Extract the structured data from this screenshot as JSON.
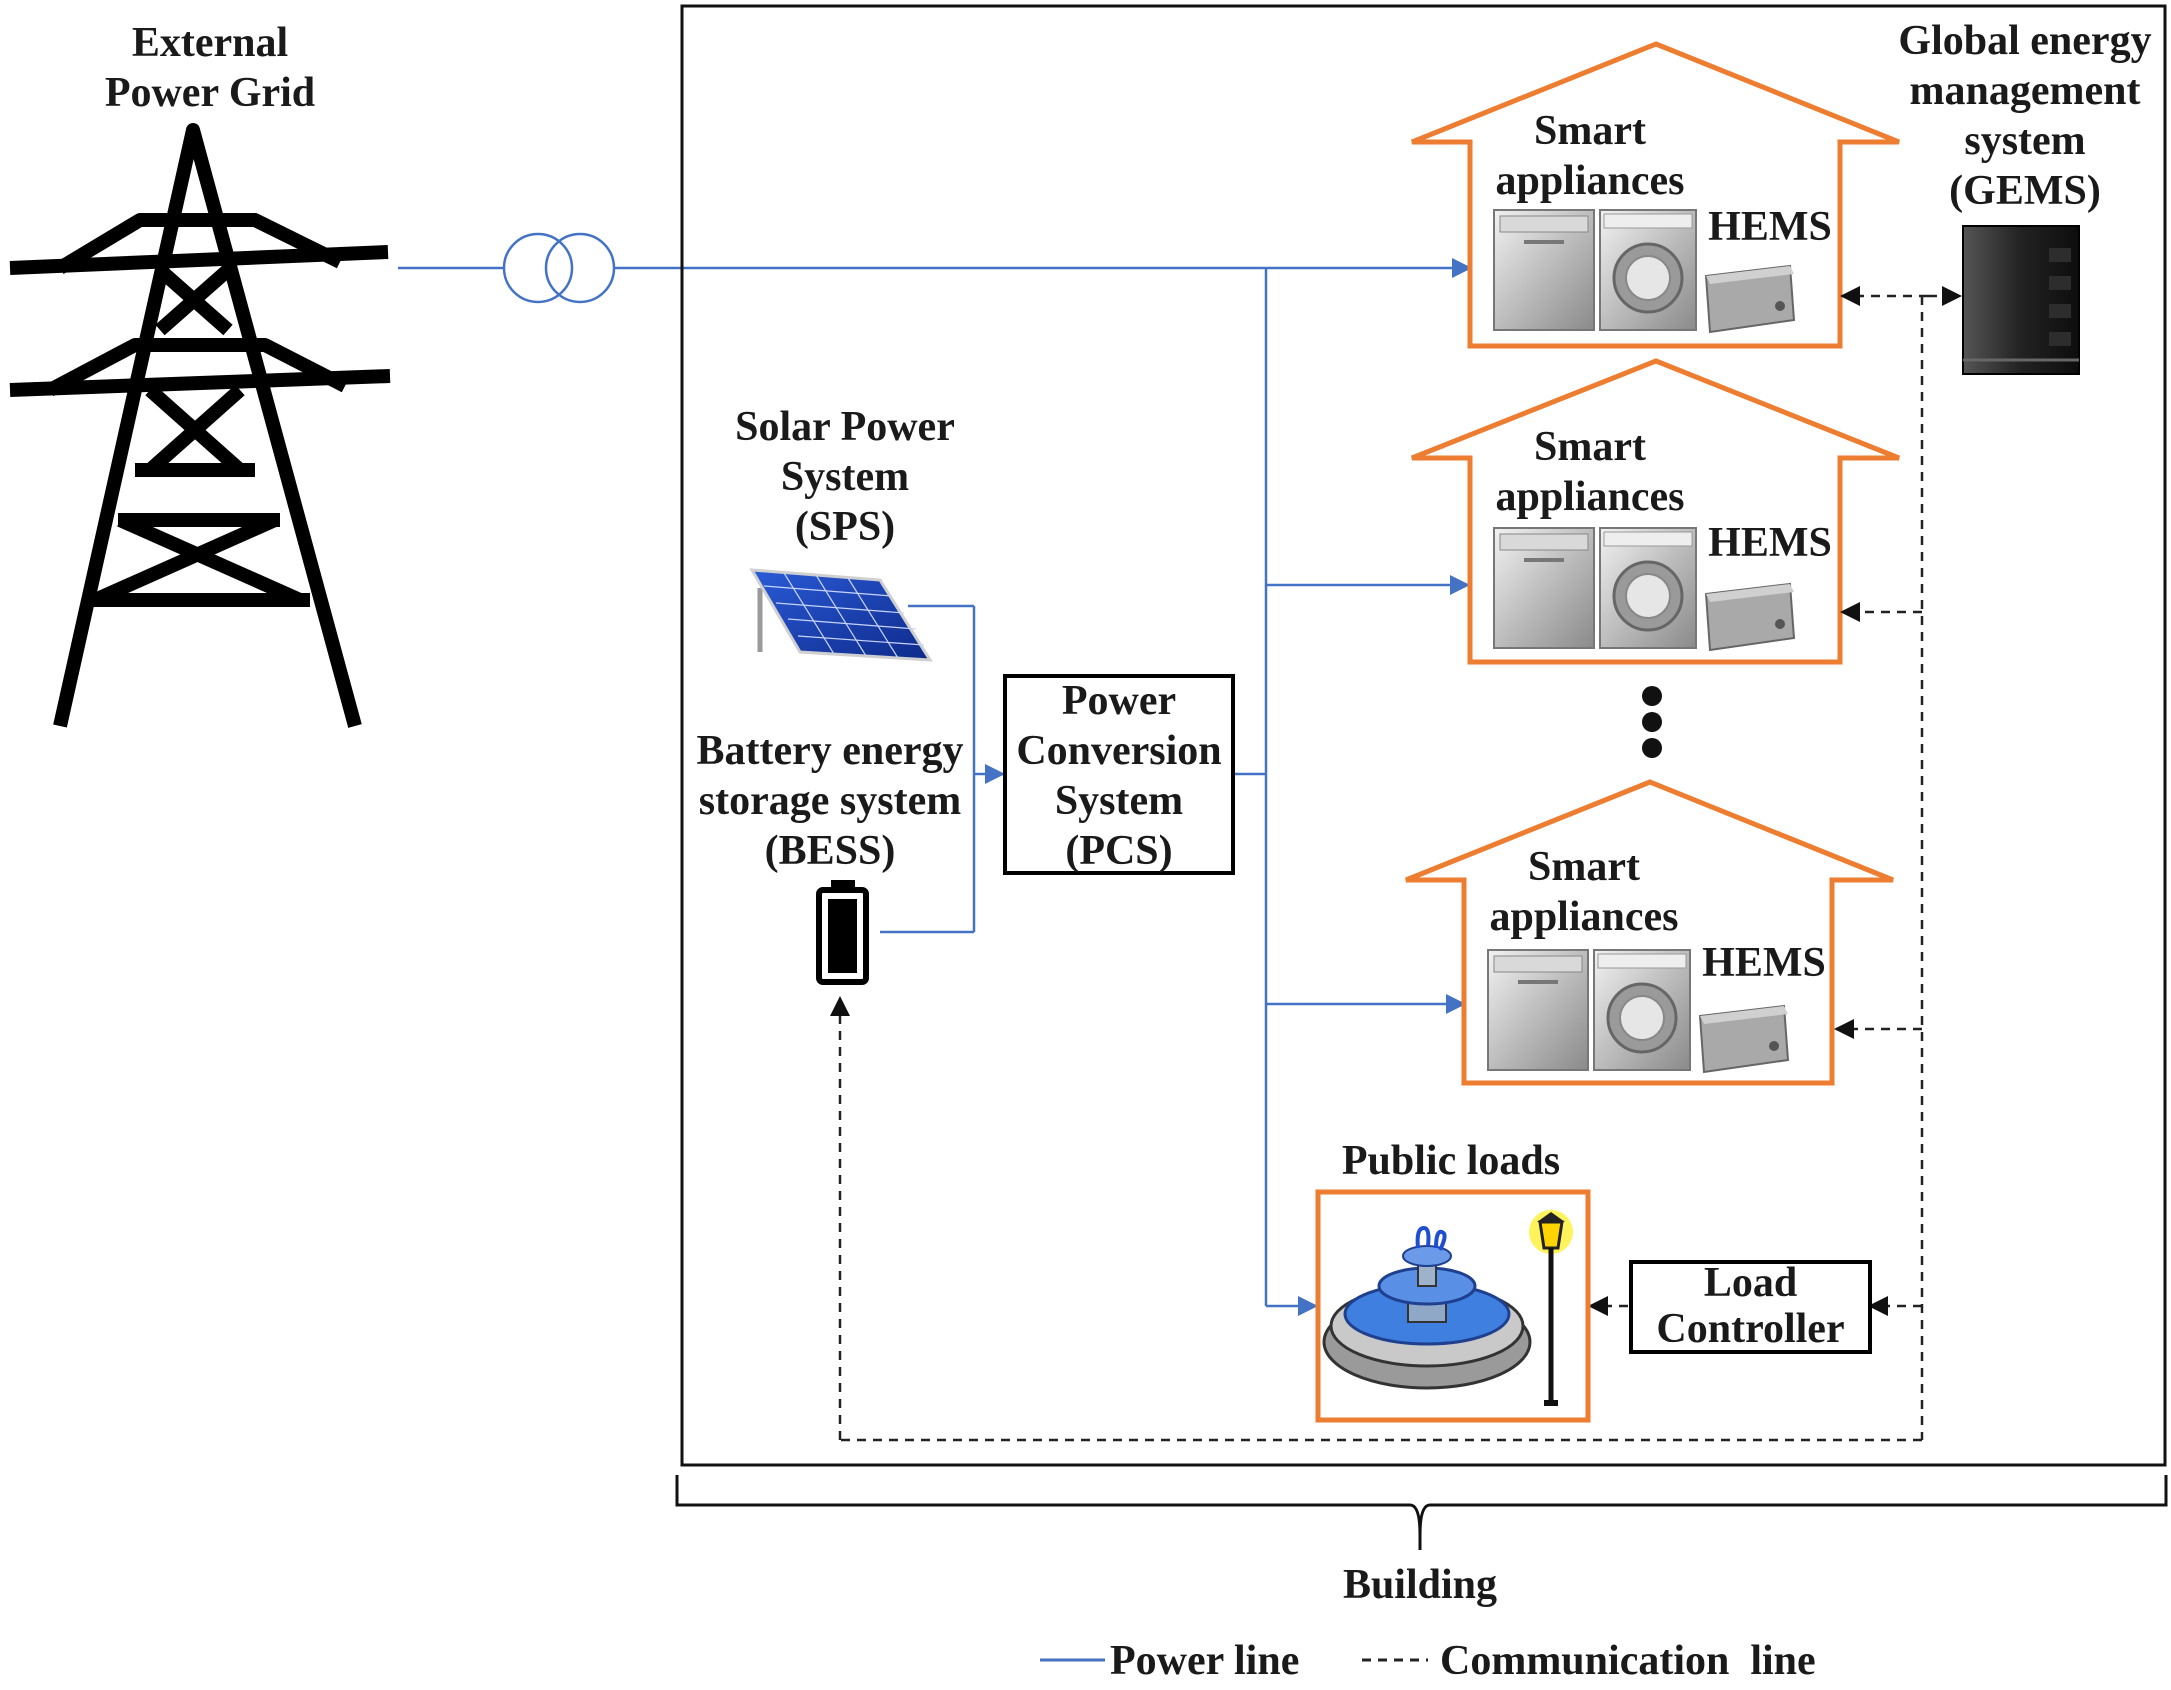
{
  "grid": {
    "label_line1": "External",
    "label_line2": "Power Grid"
  },
  "gems": {
    "line1": "Global energy",
    "line2": "management",
    "line3": "system",
    "line4": "(GEMS)"
  },
  "sps": {
    "line1": "Solar Power",
    "line2": "System",
    "line3": "(SPS)"
  },
  "bess": {
    "line1": "Battery energy",
    "line2": "storage system",
    "line3": "(BESS)"
  },
  "pcs": {
    "line1": "Power",
    "line2": "Conversion",
    "line3": "System",
    "line4": "(PCS)"
  },
  "houses": [
    {
      "line1": "Smart",
      "line2": "appliances",
      "hems": "HEMS"
    },
    {
      "line1": "Smart",
      "line2": "appliances",
      "hems": "HEMS"
    },
    {
      "line1": "Smart",
      "line2": "appliances",
      "hems": "HEMS"
    }
  ],
  "public_loads": {
    "title": "Public loads"
  },
  "load_controller": {
    "line1": "Load",
    "line2": "Controller"
  },
  "building": {
    "label": "Building"
  },
  "legend": {
    "power": "Power line",
    "comm": "Communication  line"
  },
  "colors": {
    "power_line": "#4472c4",
    "comm_line": "#222222",
    "house_outline": "#ed7d31",
    "frame": "#111111"
  }
}
